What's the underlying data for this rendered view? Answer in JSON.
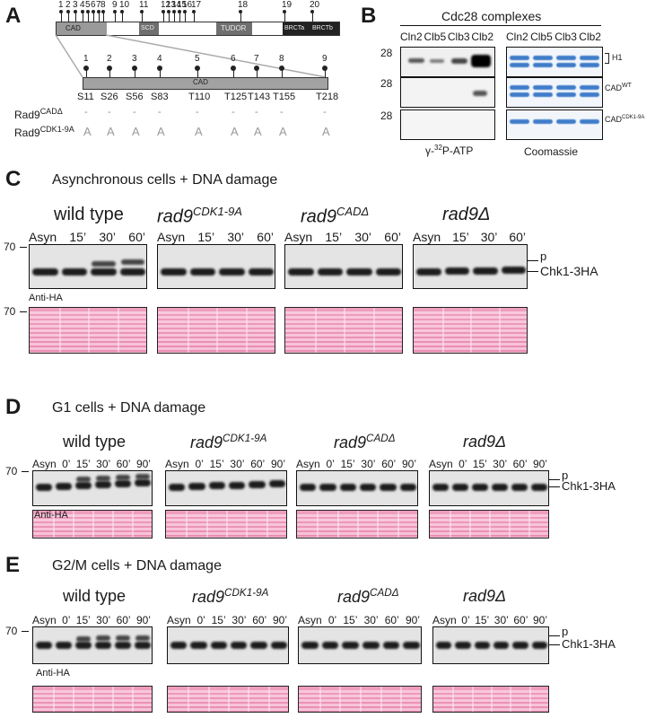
{
  "panels": {
    "a": "A",
    "b": "B",
    "c": "C",
    "d": "D",
    "e": "E"
  },
  "domain_map": {
    "site_numbers": [
      "1",
      "2",
      "3",
      "4",
      "5",
      "6",
      "7",
      "8",
      "9",
      "10",
      "11",
      "12",
      "13",
      "14",
      "15",
      "16",
      "17",
      "18",
      "19",
      "20"
    ],
    "domains": {
      "cad": "CAD",
      "scd": "SCD",
      "tudor": "TUDOR",
      "brcta": "BRCTa",
      "brctb": "BRCTb"
    },
    "cad_zoom": {
      "label": "CAD",
      "numbers": [
        "1",
        "2",
        "3",
        "4",
        "5",
        "6",
        "7",
        "8",
        "9"
      ],
      "sites": [
        "S11",
        "S26",
        "S56",
        "S83",
        "T110",
        "T125",
        "T143",
        "T155",
        "T218"
      ]
    },
    "rows": [
      {
        "base": "Rad9",
        "sup": "CADΔ",
        "marks": [
          "-",
          "-",
          "-",
          "-",
          "-",
          "-",
          "-",
          "-",
          "-"
        ]
      },
      {
        "base": "Rad9",
        "sup": "CDK1-9A",
        "marks": [
          "A",
          "A",
          "A",
          "A",
          "A",
          "A",
          "A",
          "A",
          "A"
        ]
      }
    ]
  },
  "panel_b": {
    "title": "Cdc28 complexes",
    "lanes_left": [
      "Cln2",
      "Clb5",
      "Clb3",
      "Clb2"
    ],
    "lanes_right": [
      "Cln2",
      "Clb5",
      "Clb3",
      "Clb2"
    ],
    "mw": [
      "28",
      "28",
      "28"
    ],
    "right_labels": [
      {
        "base": "H1",
        "sup": ""
      },
      {
        "base": "CAD",
        "sup": "WT"
      },
      {
        "base": "CAD",
        "sup": "CDK1-9A"
      }
    ],
    "bottom_left_pre": "γ-",
    "bottom_left_sup": "32",
    "bottom_left_post": "P-ATP",
    "bottom_right": "Coomassie"
  },
  "panel_c": {
    "title": "Asynchronous cells + DNA damage",
    "strains": [
      {
        "base": "wild type",
        "sup": ""
      },
      {
        "base": "rad9",
        "sup": "CDK1-9A"
      },
      {
        "base": "rad9",
        "sup": "CADΔ"
      },
      {
        "base": "rad9Δ",
        "sup": ""
      }
    ],
    "lanes": [
      "Asyn",
      "15’",
      "30’",
      "60’"
    ],
    "mw": "70",
    "p_label": "p",
    "band_label": "Chk1-3HA",
    "antibody": "Anti-HA"
  },
  "panel_d": {
    "title": "G1 cells + DNA damage",
    "strains": [
      {
        "base": "wild type",
        "sup": ""
      },
      {
        "base": "rad9",
        "sup": "CDK1-9A"
      },
      {
        "base": "rad9",
        "sup": "CADΔ"
      },
      {
        "base": "rad9Δ",
        "sup": ""
      }
    ],
    "lanes": [
      "Asyn",
      "0’",
      "15’",
      "30’",
      "60’",
      "90’"
    ],
    "mw": "70",
    "p_label": "p",
    "band_label": "Chk1-3HA",
    "antibody": "Anti-HA"
  },
  "panel_e": {
    "title": "G2/M cells + DNA damage",
    "strains": [
      {
        "base": "wild type",
        "sup": ""
      },
      {
        "base": "rad9",
        "sup": "CDK1-9A"
      },
      {
        "base": "rad9",
        "sup": "CADΔ"
      },
      {
        "base": "rad9Δ",
        "sup": ""
      }
    ],
    "lanes": [
      "Asyn",
      "0’",
      "15’",
      "30’",
      "60’",
      "90’"
    ],
    "mw": "70",
    "p_label": "p",
    "band_label": "Chk1-3HA",
    "antibody": "Anti-HA"
  },
  "colors": {
    "ponceau": "#ea92b5",
    "coomassie": "#3f7cc9",
    "blot_bg": "#e4e4e4"
  }
}
